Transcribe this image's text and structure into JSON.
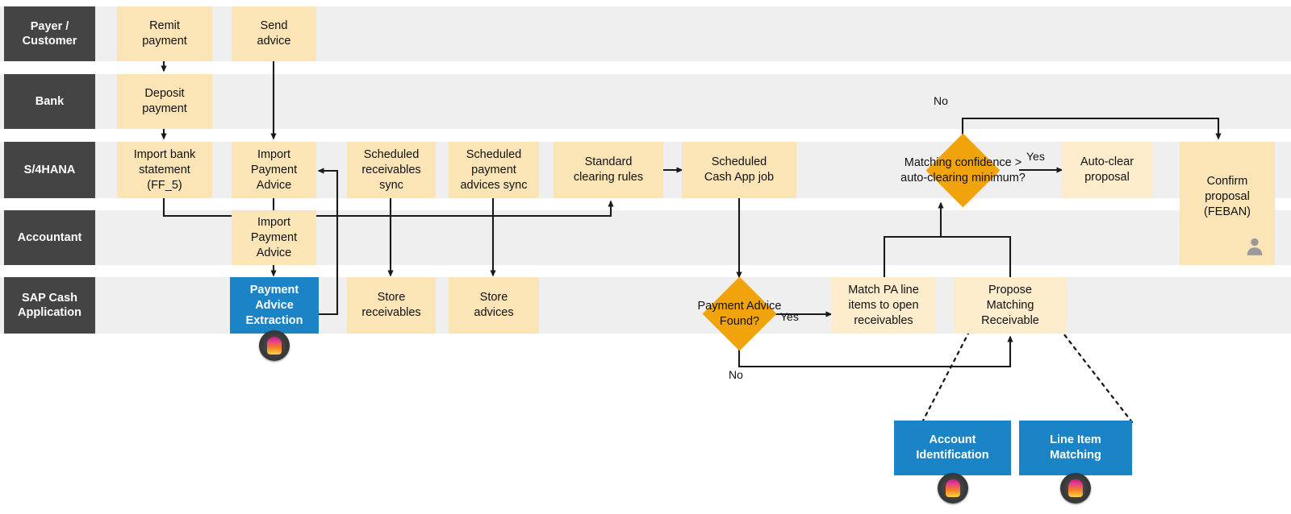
{
  "diagram": {
    "title": "SAP Cash Application payment matching process",
    "colors": {
      "lane_label_bg": "#444444",
      "lane_band_bg": "#efefef",
      "task_tan": "#fbe5b6",
      "task_tan_light": "#fdedcd",
      "ml_blue": "#1b84c6",
      "decision_orange": "#f0a30a",
      "connector": "#1a1a1a"
    },
    "lanes": [
      {
        "id": "payer",
        "label": "Payer /\nCustomer"
      },
      {
        "id": "bank",
        "label": "Bank"
      },
      {
        "id": "s4hana",
        "label": "S/4HANA"
      },
      {
        "id": "accountant",
        "label": "Accountant"
      },
      {
        "id": "cashapp",
        "label": "SAP Cash\nApplication"
      }
    ],
    "lane_labels": {
      "payer_line1": "Payer /",
      "payer_line2": "Customer",
      "bank": "Bank",
      "s4hana": "S/4HANA",
      "accountant": "Accountant",
      "cashapp_line1": "SAP Cash",
      "cashapp_line2": "Application"
    },
    "nodes": {
      "remit_payment": "Remit payment",
      "send_advice": "Send advice",
      "deposit_payment": "Deposit payment",
      "import_bank_statement": "Import bank statement (FF_5)",
      "import_payment_advice_s4": "Import Payment Advice",
      "import_payment_advice_acct": "Import Payment Advice",
      "payment_advice_extraction": "Payment Advice Extraction",
      "scheduled_receivables_sync": "Scheduled receivables sync",
      "scheduled_payment_advices_sync": "Scheduled payment advices sync",
      "standard_clearing_rules": "Standard clearing rules",
      "scheduled_cash_app_job": "Scheduled Cash App job",
      "store_receivables": "Store receivables",
      "store_advices": "Store advices",
      "payment_advice_found": "Payment Advice Found?",
      "match_pa_line_items": "Match PA line items to open receivables",
      "propose_matching_receivable": "Propose Matching Receivable",
      "matching_confidence": "Matching confidence > auto-clearing minimum?",
      "auto_clear_proposal": "Auto-clear proposal",
      "confirm_proposal": "Confirm proposal (FEBAN)",
      "account_identification": "Account Identification",
      "line_item_matching": "Line Item Matching"
    },
    "node_lines": {
      "import_bank_statement": [
        "Import bank",
        "statement",
        "(FF_5)"
      ],
      "import_payment_advice_s4": [
        "Import",
        "Payment",
        "Advice"
      ],
      "import_payment_advice_acct": [
        "Import",
        "Payment",
        "Advice"
      ],
      "payment_advice_extraction": [
        "Payment",
        "Advice",
        "Extraction"
      ],
      "remit_payment": [
        "Remit",
        "payment"
      ],
      "send_advice": [
        "Send",
        "advice"
      ],
      "deposit_payment": [
        "Deposit",
        "payment"
      ],
      "scheduled_receivables_sync": [
        "Scheduled",
        "receivables",
        "sync"
      ],
      "scheduled_payment_advices_sync": [
        "Scheduled",
        "payment",
        "advices sync"
      ],
      "standard_clearing_rules": [
        "Standard",
        "clearing rules"
      ],
      "scheduled_cash_app_job": [
        "Scheduled",
        "Cash App job"
      ],
      "store_receivables": [
        "Store",
        "receivables"
      ],
      "store_advices": [
        "Store",
        "advices"
      ],
      "payment_advice_found": [
        "Payment Advice",
        "Found?"
      ],
      "match_pa_line_items": [
        "Match PA line",
        "items to open",
        "receivables"
      ],
      "propose_matching_receivable": [
        "Propose",
        "Matching",
        "Receivable"
      ],
      "matching_confidence": [
        "Matching confidence >",
        "auto-clearing minimum?"
      ],
      "auto_clear_proposal": [
        "Auto-clear",
        "proposal"
      ],
      "confirm_proposal": [
        "Confirm",
        "proposal",
        "(FEBAN)"
      ],
      "account_identification": [
        "Account",
        "Identification"
      ],
      "line_item_matching": [
        "Line Item",
        "Matching"
      ]
    },
    "edge_labels": {
      "pa_found_yes": "Yes",
      "pa_found_no": "No",
      "confidence_yes": "Yes",
      "confidence_no": "No"
    },
    "icons": {
      "ml_badge": "ai-lightbulb-icon",
      "user": "person-icon"
    }
  }
}
